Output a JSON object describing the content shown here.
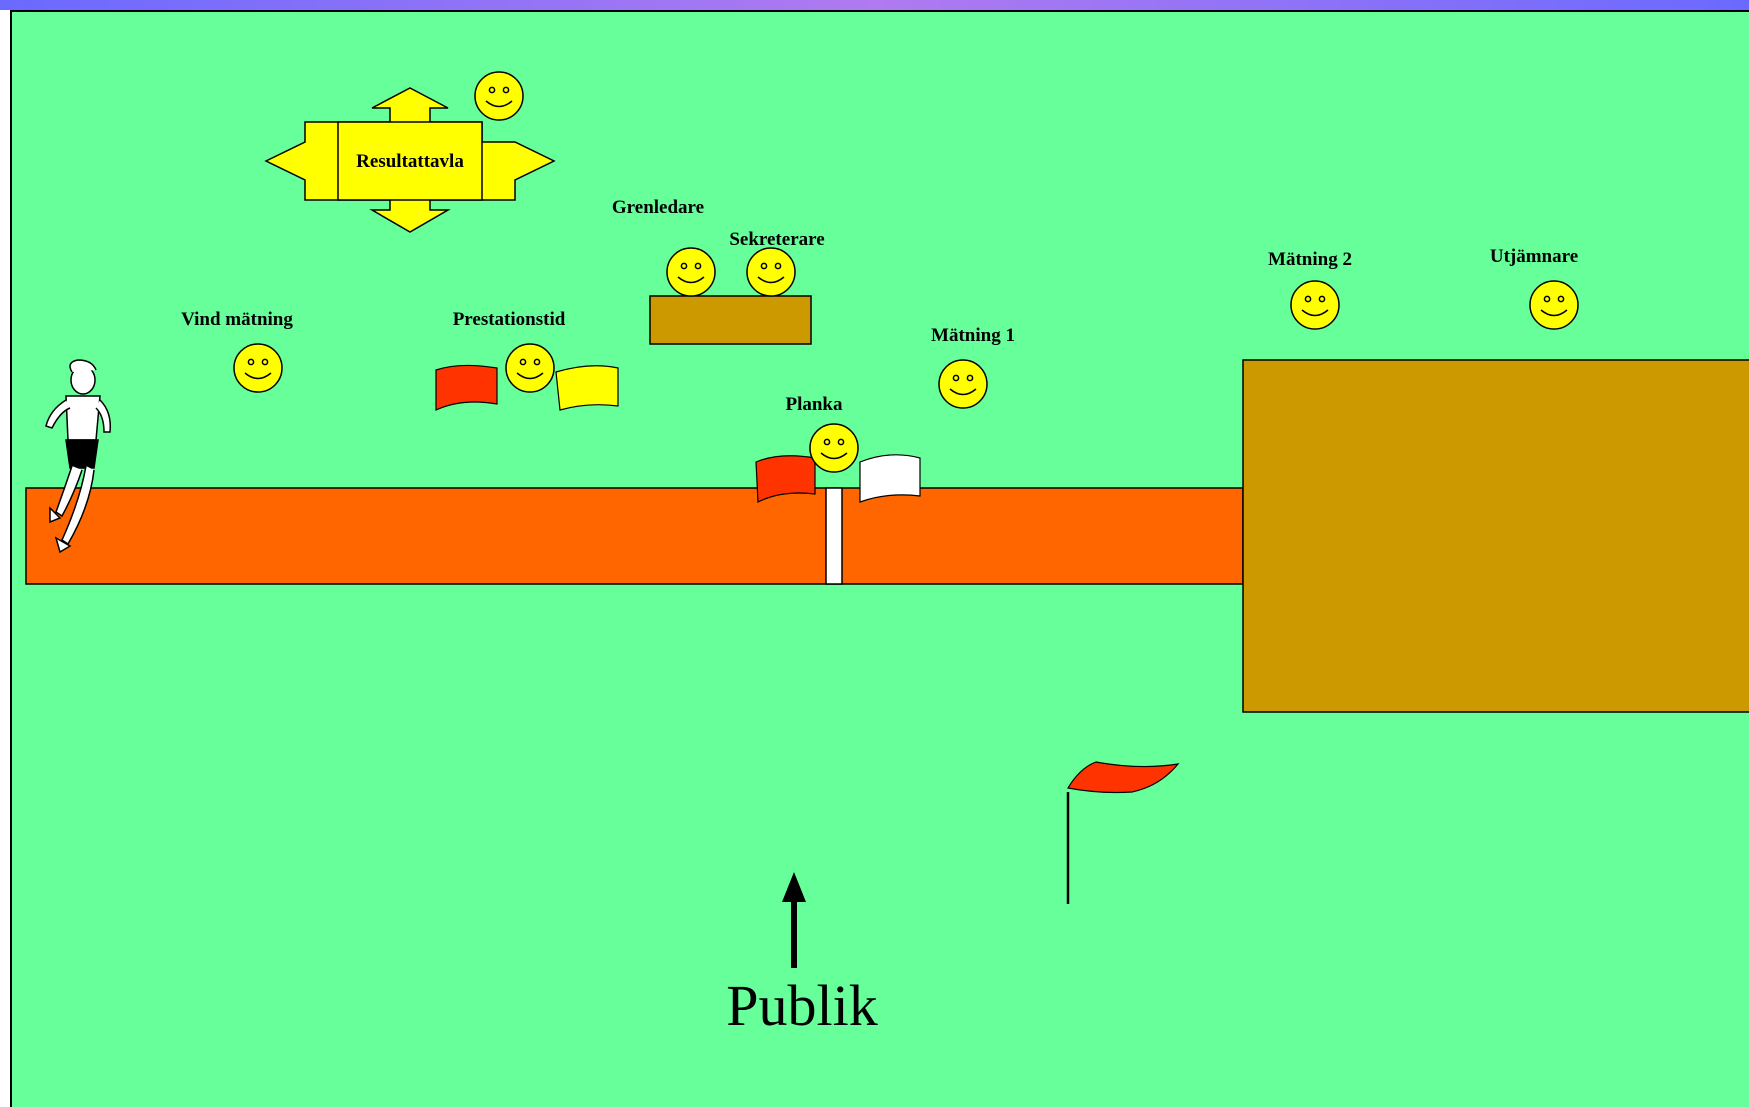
{
  "labels": {
    "resultattavla": "Resultattavla",
    "grenledare": "Grenledare",
    "sekreterare": "Sekreterare",
    "vind_matning": "Vind mätning",
    "prestationstid": "Prestationstid",
    "matning1": "Mätning 1",
    "matning2": "Mätning 2",
    "utjamnare": "Utjämnare",
    "planka": "Planka",
    "publik": "Publik"
  },
  "colors": {
    "field": "#66ff99",
    "runway": "#ff6600",
    "sandpit": "#cc9900",
    "smiley": "#ffff00",
    "flag_red": "#ff3300",
    "flag_yellow": "#ffff00",
    "flag_white": "#ffffff"
  }
}
